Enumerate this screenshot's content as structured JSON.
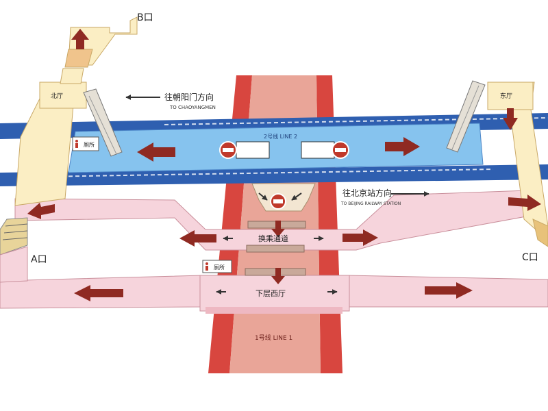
{
  "exits": {
    "a": "A口",
    "b": "B口",
    "c": "C口"
  },
  "halls": {
    "north": "北厅",
    "east": "东厅",
    "lower_west": "下层西厅",
    "transfer": "换乘通道"
  },
  "directions": {
    "chaoyangmen_cn": "往朝阳门方向",
    "chaoyangmen_en": "TO CHAOYANGMEN",
    "beijing_station_cn": "往北京站方向",
    "beijing_station_en": "TO BEIJING RAILWAY STATION"
  },
  "lines": {
    "line2": "2号线  LINE 2",
    "line1": "1号线  LINE 1"
  },
  "facilities": {
    "toilet_label": "厕所"
  },
  "colors": {
    "line2_track": "#2f5fb0",
    "line2_platform": "#86c3ee",
    "line1_outer": "#d8463f",
    "line1_inner": "#e9a598",
    "passage": "#f6d4dc",
    "concourse": "#fbeec4",
    "arrow": "#8f2a22"
  }
}
